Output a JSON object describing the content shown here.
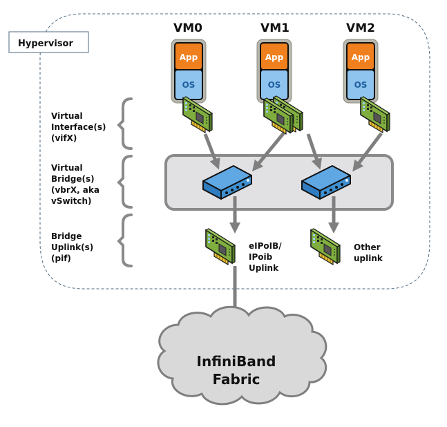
{
  "diagram": {
    "hypervisor_label": "Hypervisor",
    "vms": [
      {
        "name": "VM0",
        "app_label": "App",
        "os_label": "OS",
        "nics": 1
      },
      {
        "name": "VM1",
        "app_label": "App",
        "os_label": "OS",
        "nics": 2
      },
      {
        "name": "VM2",
        "app_label": "App",
        "os_label": "OS",
        "nics": 1
      }
    ],
    "layers": [
      {
        "lines": [
          "Virtual",
          "Interface(s)",
          "(vifX)"
        ]
      },
      {
        "lines": [
          "Virtual",
          "Bridge(s)",
          "(vbrX, aka",
          "vSwitch)"
        ]
      },
      {
        "lines": [
          "Bridge",
          "Uplink(s)",
          "(pif)"
        ]
      }
    ],
    "uplinks": [
      {
        "lines": [
          "eIPoIB/",
          "IPoib",
          "Uplink"
        ]
      },
      {
        "lines": [
          "Other",
          "uplink"
        ]
      }
    ],
    "fabric": {
      "lines": [
        "InfiniBand",
        "Fabric"
      ]
    },
    "icons": {
      "vm": "vm-stack-icon",
      "nic": "network-card-icon",
      "bridge": "network-switch-icon",
      "fabric": "cloud-icon"
    },
    "colors": {
      "app": "#f07f1d",
      "os": "#8fc4ee",
      "nic_board": "#7fae3f",
      "switch": "#3d8fd1",
      "bridge_container": "#e1e1e3",
      "arrow": "#7f7f7f",
      "cloud": "#d9d9d9",
      "hypervisor_border": "#4d6a82"
    }
  }
}
